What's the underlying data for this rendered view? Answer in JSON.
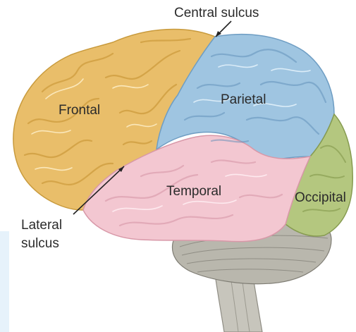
{
  "diagram": {
    "labels": {
      "central_sulcus": "Central sulcus",
      "frontal": "Frontal",
      "parietal": "Parietal",
      "temporal": "Temporal",
      "occipital": "Occipital",
      "lateral_line1": "Lateral",
      "lateral_line2": "sulcus"
    },
    "colors": {
      "frontal": "#e9be6a",
      "parietal": "#9fc5e1",
      "temporal": "#f3c7d1",
      "occipital": "#b4c77f",
      "cerebellum": "#b9b7ad",
      "brainstem": "#c7c5bc",
      "panel": "#e6f2fb"
    }
  }
}
